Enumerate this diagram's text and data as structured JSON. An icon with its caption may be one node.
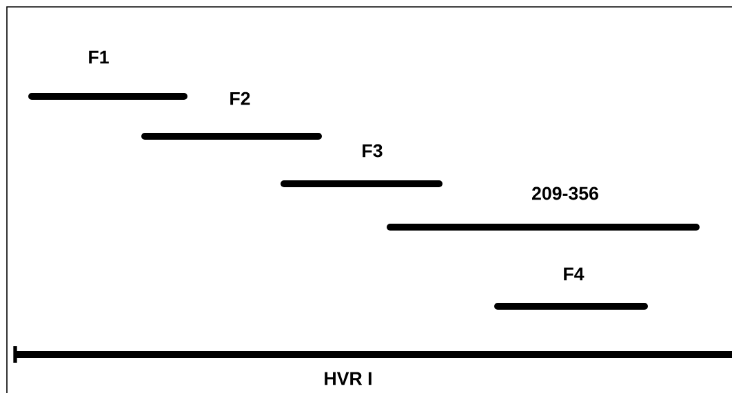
{
  "diagram": {
    "nodes": [
      {
        "text": [
          "F1"
        ]
      },
      {
        "text": [
          "F2"
        ]
      },
      {
        "text": [
          "F3"
        ]
      },
      {
        "text": [
          "209-356"
        ]
      },
      {
        "text": [
          "F4"
        ]
      },
      {
        "text": [
          "HVR I"
        ]
      }
    ]
  }
}
